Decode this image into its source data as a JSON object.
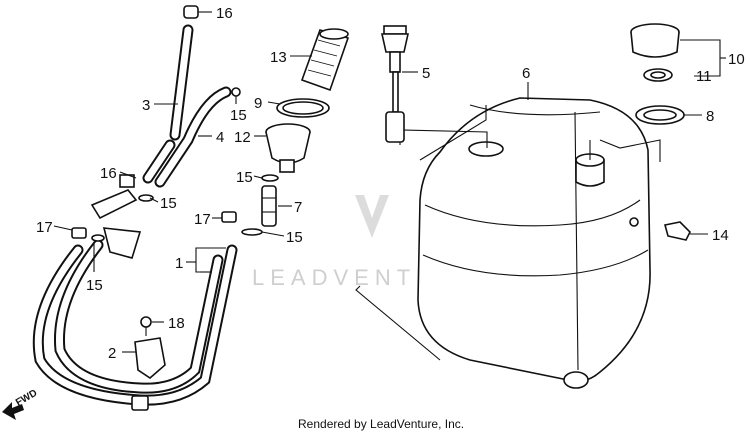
{
  "callouts": {
    "c1": "1",
    "c2": "2",
    "c3": "3",
    "c4": "4",
    "c5": "5",
    "c6": "6",
    "c7": "7",
    "c8": "8",
    "c9": "9",
    "c10": "10",
    "c11": "11",
    "c12": "12",
    "c13": "13",
    "c14": "14",
    "c15a": "15",
    "c15b": "15",
    "c15c": "15",
    "c15d": "15",
    "c15e": "15",
    "c16a": "16",
    "c16b": "16",
    "c17a": "17",
    "c17b": "17",
    "c18": "18"
  },
  "watermark": "LEADVENTURE",
  "footer": "Rendered by LeadVenture, Inc.",
  "direction_label": "FWD"
}
